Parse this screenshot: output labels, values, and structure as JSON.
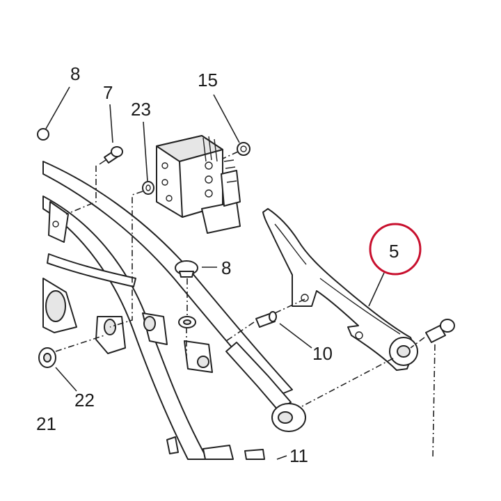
{
  "callouts": {
    "c8_top": "8",
    "c7": "7",
    "c23": "23",
    "c15": "15",
    "c8_mid": "8",
    "c5": "5",
    "c10": "10",
    "c22": "22",
    "c21": "21",
    "c11": "11"
  },
  "highlight_color": "#c8102e"
}
